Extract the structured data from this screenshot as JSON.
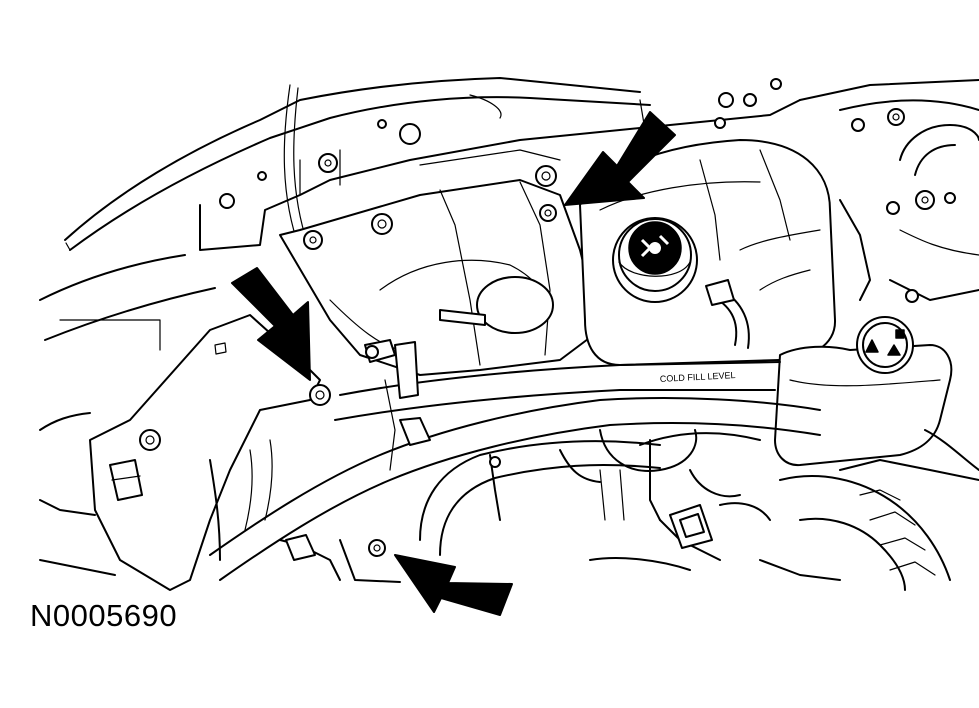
{
  "figure": {
    "id_label": "N0005690",
    "line_color": "#000000",
    "background": "#ffffff",
    "callout_arrows": [
      {
        "name": "top-right",
        "points_toward": "reservoir-mount-bolt"
      },
      {
        "name": "left",
        "points_toward": "bracket-bolt"
      },
      {
        "name": "bottom",
        "points_toward": "lower-bolt"
      }
    ],
    "printed_text": {
      "reservoir_label": "COLD FILL LEVEL"
    }
  }
}
